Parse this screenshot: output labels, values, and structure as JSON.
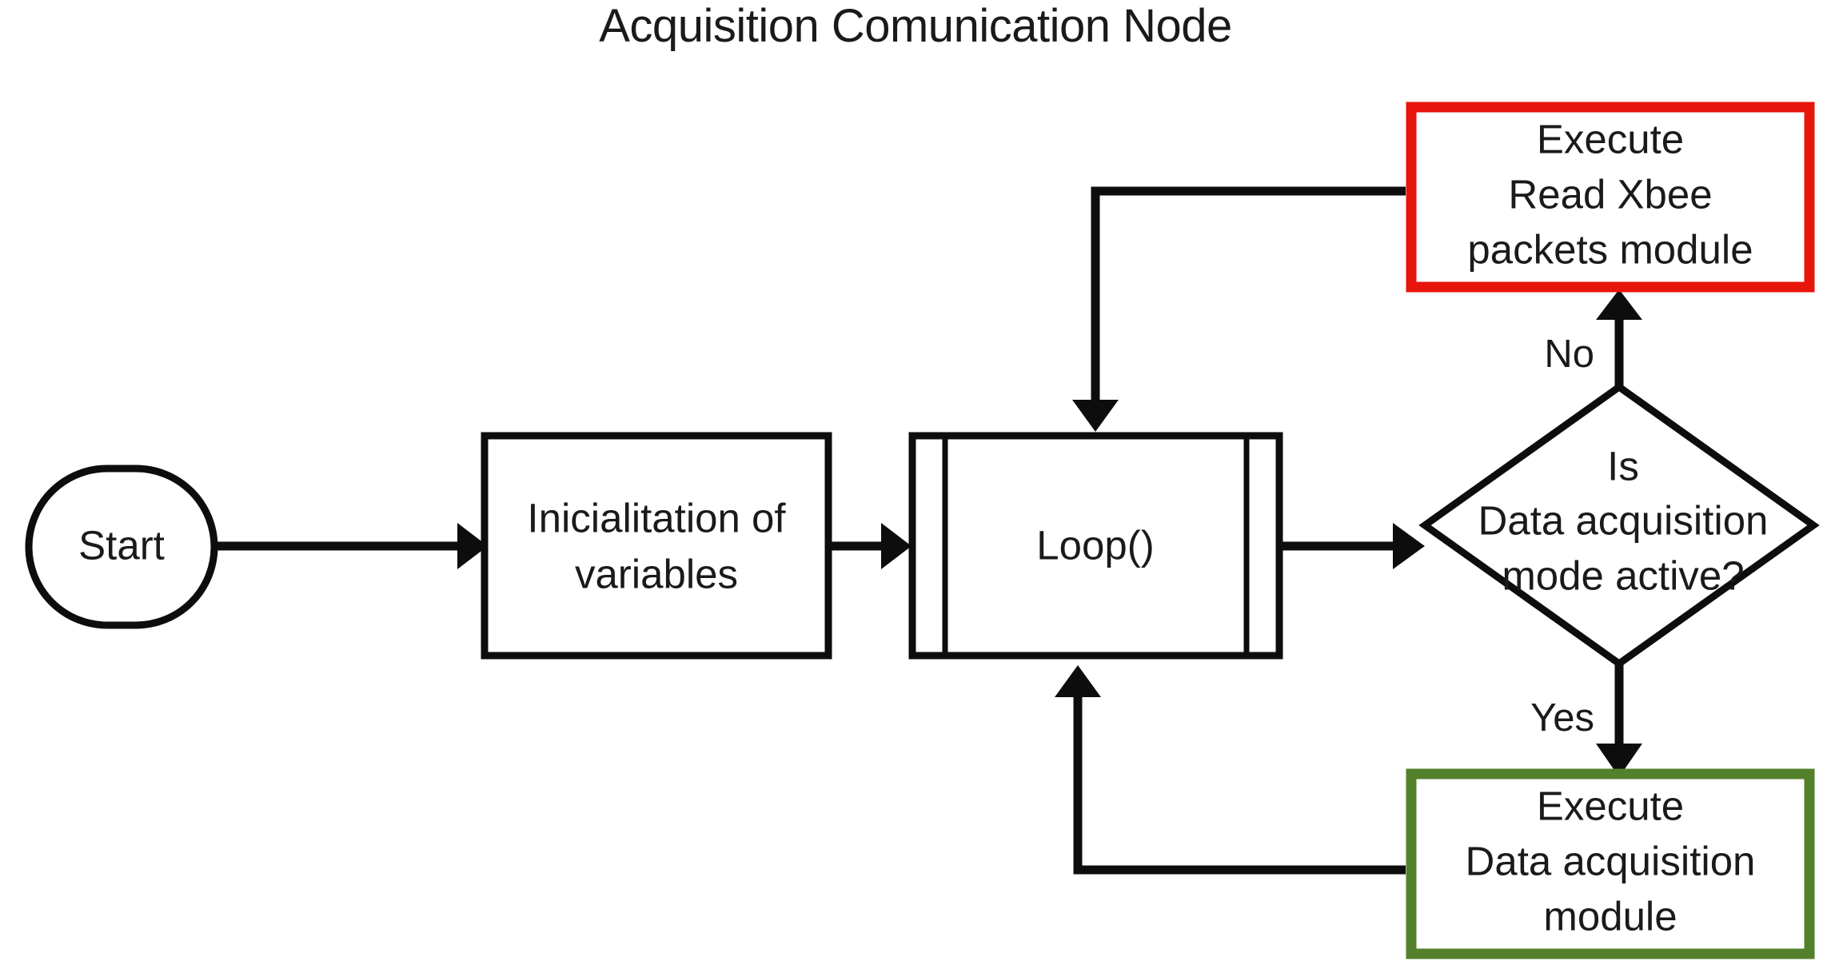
{
  "title": "Acquisition Comunication Node",
  "diagram": {
    "type": "flowchart",
    "nodes": {
      "start": {
        "shape": "terminator",
        "label": "Start"
      },
      "init": {
        "shape": "process",
        "line1": "Inicialitation of",
        "line2": "variables"
      },
      "loop": {
        "shape": "predefined-process",
        "label": "Loop()"
      },
      "decision": {
        "shape": "diamond",
        "line1": "Is",
        "line2": "Data acquisition",
        "line3": "mode active?"
      },
      "xbee": {
        "shape": "process",
        "border_color": "#e8150c",
        "line1": "Execute",
        "line2": "Read Xbee",
        "line3": "packets module"
      },
      "acquisition": {
        "shape": "process",
        "border_color": "#53802b",
        "line1": "Execute",
        "line2": "Data acquisition",
        "line3": "module"
      }
    },
    "branches": {
      "no_label": "No",
      "yes_label": "Yes"
    },
    "colors": {
      "stroke": "#0d0d0d",
      "red": "#e8150c",
      "green": "#53802b",
      "fill": "#ffffff",
      "text": "#1a1a1a"
    }
  }
}
